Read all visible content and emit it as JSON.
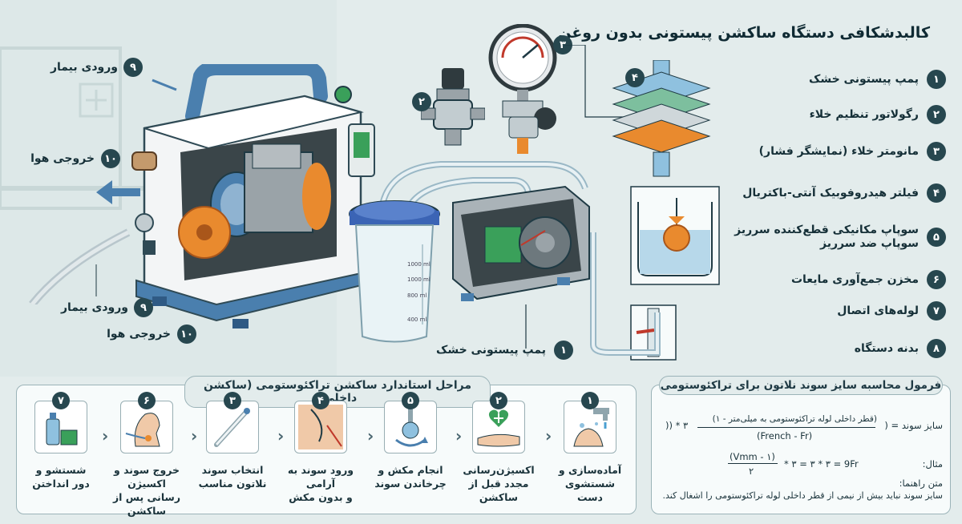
{
  "title": "کالبدشکافی دستگاه ساکشن پیستونی بدون روغن",
  "legend": [
    {
      "num": "۱",
      "label": "پمپ پیستونی خشک"
    },
    {
      "num": "۲",
      "label": "رگولاتور تنظیم خلاء"
    },
    {
      "num": "۳",
      "label": "مانومتر خلاء (نمایشگر فشار)"
    },
    {
      "num": "۴",
      "label": "فیلتر هیدروفوبیک آنتی-باکتریال"
    },
    {
      "num": "۵",
      "label": "سوپاپ مکانیکی قطع‌کننده سرریز",
      "label2": "سوپاپ ضد سرریز"
    },
    {
      "num": "۶",
      "label": "مخزن جمع‌آوری مایعات"
    },
    {
      "num": "۷",
      "label": "لوله‌های اتصال"
    },
    {
      "num": "۸",
      "label": "بدنه دستگاه"
    }
  ],
  "callouts": {
    "patient_in_top": {
      "num": "۹",
      "label": "ورودی بیمار"
    },
    "air_out_top": {
      "num": "۱۰",
      "label": "خروجی هوا"
    },
    "patient_in_bottom": {
      "num": "۹",
      "label": "ورودی بیمار"
    },
    "air_out_bottom": {
      "num": "۱۰",
      "label": "خروجی هوا"
    },
    "pump": {
      "num": "۱",
      "label": "پمپ پیستونی خشک"
    },
    "regulator_num": "۲",
    "gauge_num": "۳",
    "filter_num": "۴"
  },
  "jar_marks": [
    "1000 ml",
    "1000 ml",
    "800 ml",
    "400 ml"
  ],
  "steps_panel": {
    "title": "مراحل استاندارد ساکشن تراکئوستومی (ساکشن داخلی)",
    "steps": [
      {
        "num": "۷",
        "line1": "شستشو و",
        "line2": "دور انداختن",
        "icon": "bottle-icon"
      },
      {
        "num": "۶",
        "line1": "خروج سوند و اکسیژن",
        "line2": "رسانی پس از ساکشن",
        "icon": "head-icon"
      },
      {
        "num": "۳",
        "line1": "انتخاب سوند",
        "line2": "نلاتون مناسب",
        "icon": "catheter-icon"
      },
      {
        "num": "۴",
        "line1": "ورود سوند به آرامی",
        "line2": "و بدون مکش",
        "icon": "insert-icon"
      },
      {
        "num": "۵",
        "line1": "انجام مکش و",
        "line2": "چرخاندن سوند",
        "icon": "rotate-icon"
      },
      {
        "num": "۲",
        "line1": "اکسیژن‌رسانی",
        "line2": "مجدد قبل از ساکشن",
        "icon": "oxygen-icon"
      },
      {
        "num": "۱",
        "line1": "آماده‌سازی و",
        "line2": "شستشوی دست",
        "icon": "handwash-icon"
      }
    ]
  },
  "formula_panel": {
    "title": "فرمول محاسبه سایز سوند نلاتون برای تراکئوستومی",
    "size_label": "سایز سوند = (",
    "numerator": "(قطر داخلی لوله تراکئوستومی به میلی‌متر - ۱)",
    "denominator": "(French - Fr)",
    "multiplier": ")) * ۳",
    "example_label": "مثال:",
    "example_num": "(Vmm - ۱)",
    "example_den": "۲",
    "example_rest": "* ۳ = ۳ * ۳ = 9Fr",
    "guide_label": "متن راهنما:",
    "guide_text": "سایز سوند نباید بیش از نیمی از قطر داخلی لوله تراکئوستومی را اشغال کند."
  },
  "colors": {
    "badge": "#27474f",
    "machine_blue": "#4a7fae",
    "orange": "#e98a2e",
    "green": "#3aa05a"
  }
}
